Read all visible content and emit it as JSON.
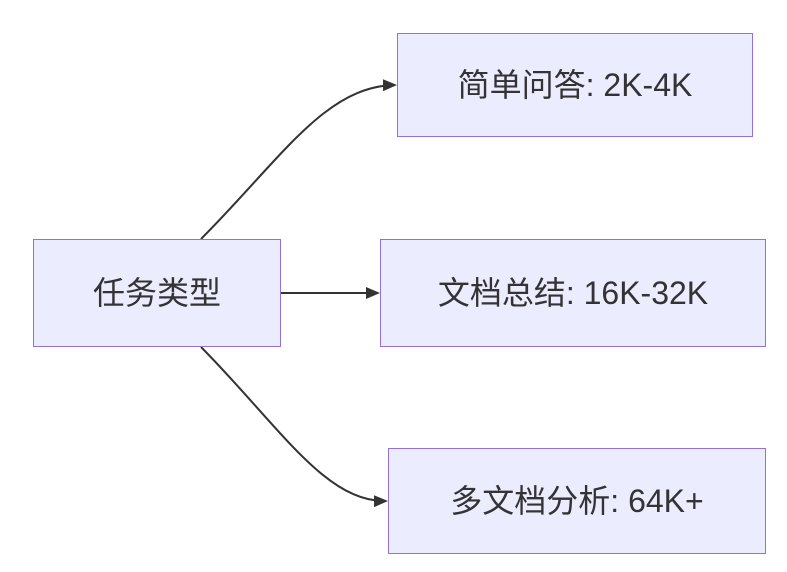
{
  "diagram": {
    "type": "flowchart",
    "direction": "left-to-right",
    "colors": {
      "background": "#ffffff",
      "node_fill": "#ECECFF",
      "node_border": "#9370DB",
      "node_text": "#333333",
      "edge": "#333333"
    },
    "root": {
      "label": "任务类型"
    },
    "children": [
      {
        "label": "简单问答: 2K-4K"
      },
      {
        "label": "文档总结: 16K-32K"
      },
      {
        "label": "多文档分析: 64K+"
      }
    ],
    "edges": [
      {
        "from": "任务类型",
        "to": "简单问答: 2K-4K"
      },
      {
        "from": "任务类型",
        "to": "文档总结: 16K-32K"
      },
      {
        "from": "任务类型",
        "to": "多文档分析: 64K+"
      }
    ]
  }
}
